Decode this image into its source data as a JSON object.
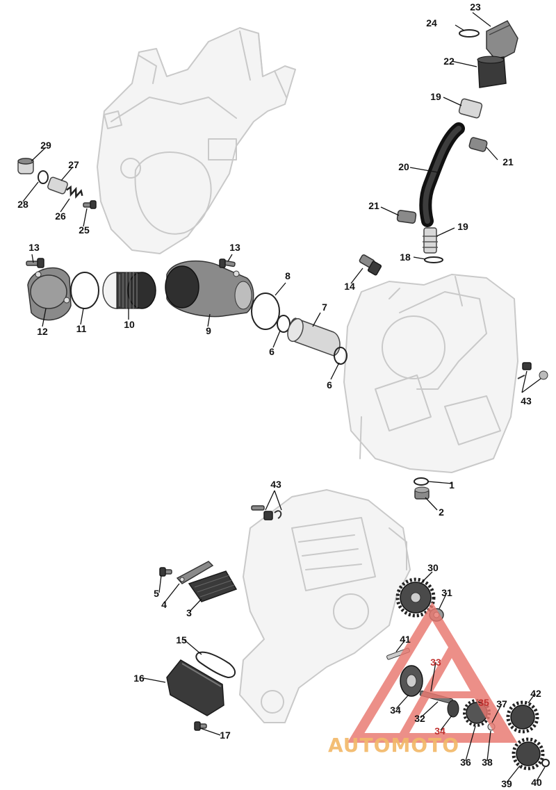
{
  "callouts": {
    "c1": "1",
    "c2": "2",
    "c3": "3",
    "c4": "4",
    "c5": "5",
    "c6a": "6",
    "c6b": "6",
    "c7": "7",
    "c8": "8",
    "c9": "9",
    "c10": "10",
    "c11": "11",
    "c12": "12",
    "c13a": "13",
    "c13b": "13",
    "c14": "14",
    "c15": "15",
    "c16": "16",
    "c17": "17",
    "c18": "18",
    "c19a": "19",
    "c19b": "19",
    "c20": "20",
    "c21a": "21",
    "c21b": "21",
    "c22": "22",
    "c23": "23",
    "c24": "24",
    "c25": "25",
    "c26": "26",
    "c27": "27",
    "c28": "28",
    "c29": "29",
    "c30": "30",
    "c31": "31",
    "c32": "32",
    "c33": "33",
    "c34a": "34",
    "c34b": "34",
    "c35": "35",
    "c36": "36",
    "c37": "37",
    "c38": "38",
    "c39": "39",
    "c40": "40",
    "c41": "41",
    "c42": "42",
    "c43a": "43",
    "c43b": "43"
  },
  "watermark": {
    "text": "AUTOMOTO",
    "text_color": "#f2b96a",
    "logo_color": "#e8776f"
  }
}
